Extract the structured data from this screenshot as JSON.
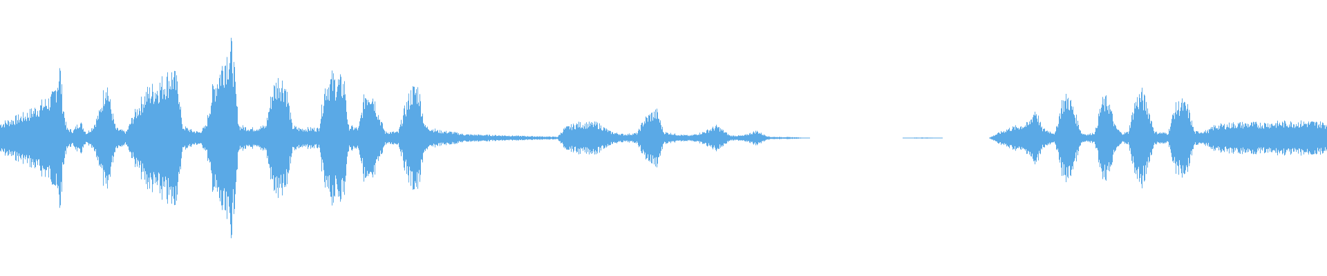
{
  "waveform": {
    "color": "#5aa9e6",
    "background": "#ffffff",
    "envelope": [
      [
        0.0,
        0.12
      ],
      [
        0.02,
        0.2
      ],
      [
        0.04,
        0.35
      ],
      [
        0.045,
        0.6
      ],
      [
        0.047,
        0.3
      ],
      [
        0.05,
        0.08
      ],
      [
        0.055,
        0.06
      ],
      [
        0.06,
        0.14
      ],
      [
        0.065,
        0.04
      ],
      [
        0.07,
        0.1
      ],
      [
        0.075,
        0.22
      ],
      [
        0.08,
        0.5
      ],
      [
        0.083,
        0.28
      ],
      [
        0.087,
        0.08
      ],
      [
        0.095,
        0.05
      ],
      [
        0.1,
        0.18
      ],
      [
        0.11,
        0.38
      ],
      [
        0.12,
        0.45
      ],
      [
        0.13,
        0.55
      ],
      [
        0.135,
        0.4
      ],
      [
        0.137,
        0.1
      ],
      [
        0.145,
        0.06
      ],
      [
        0.15,
        0.05
      ],
      [
        0.155,
        0.1
      ],
      [
        0.16,
        0.4
      ],
      [
        0.17,
        0.7
      ],
      [
        0.175,
        0.75
      ],
      [
        0.178,
        0.3
      ],
      [
        0.18,
        0.1
      ],
      [
        0.19,
        0.08
      ],
      [
        0.2,
        0.1
      ],
      [
        0.205,
        0.4
      ],
      [
        0.21,
        0.5
      ],
      [
        0.215,
        0.45
      ],
      [
        0.22,
        0.1
      ],
      [
        0.225,
        0.08
      ],
      [
        0.24,
        0.08
      ],
      [
        0.245,
        0.45
      ],
      [
        0.25,
        0.5
      ],
      [
        0.26,
        0.45
      ],
      [
        0.262,
        0.1
      ],
      [
        0.27,
        0.08
      ],
      [
        0.275,
        0.38
      ],
      [
        0.28,
        0.4
      ],
      [
        0.285,
        0.2
      ],
      [
        0.29,
        0.05
      ],
      [
        0.3,
        0.05
      ],
      [
        0.305,
        0.25
      ],
      [
        0.31,
        0.4
      ],
      [
        0.315,
        0.42
      ],
      [
        0.32,
        0.1
      ],
      [
        0.33,
        0.06
      ],
      [
        0.34,
        0.05
      ],
      [
        0.35,
        0.03
      ],
      [
        0.4,
        0.015
      ],
      [
        0.42,
        0.01
      ],
      [
        0.425,
        0.08
      ],
      [
        0.435,
        0.12
      ],
      [
        0.45,
        0.12
      ],
      [
        0.46,
        0.05
      ],
      [
        0.47,
        0.03
      ],
      [
        0.48,
        0.04
      ],
      [
        0.485,
        0.15
      ],
      [
        0.49,
        0.2
      ],
      [
        0.495,
        0.22
      ],
      [
        0.5,
        0.05
      ],
      [
        0.51,
        0.03
      ],
      [
        0.52,
        0.02
      ],
      [
        0.53,
        0.05
      ],
      [
        0.54,
        0.1
      ],
      [
        0.545,
        0.06
      ],
      [
        0.55,
        0.02
      ],
      [
        0.56,
        0.02
      ],
      [
        0.57,
        0.06
      ],
      [
        0.575,
        0.03
      ],
      [
        0.58,
        0.01
      ],
      [
        0.6,
        0.006
      ],
      [
        0.61,
        0.0
      ],
      [
        0.68,
        0.0
      ],
      [
        0.69,
        0.004
      ],
      [
        0.7,
        0.004
      ],
      [
        0.71,
        0.0
      ],
      [
        0.745,
        0.0
      ],
      [
        0.75,
        0.03
      ],
      [
        0.76,
        0.08
      ],
      [
        0.775,
        0.12
      ],
      [
        0.78,
        0.25
      ],
      [
        0.785,
        0.08
      ],
      [
        0.79,
        0.06
      ],
      [
        0.795,
        0.04
      ],
      [
        0.8,
        0.3
      ],
      [
        0.805,
        0.35
      ],
      [
        0.81,
        0.2
      ],
      [
        0.815,
        0.04
      ],
      [
        0.82,
        0.03
      ],
      [
        0.825,
        0.05
      ],
      [
        0.83,
        0.3
      ],
      [
        0.835,
        0.32
      ],
      [
        0.84,
        0.1
      ],
      [
        0.845,
        0.04
      ],
      [
        0.85,
        0.05
      ],
      [
        0.855,
        0.3
      ],
      [
        0.86,
        0.38
      ],
      [
        0.865,
        0.25
      ],
      [
        0.87,
        0.05
      ],
      [
        0.88,
        0.04
      ],
      [
        0.885,
        0.25
      ],
      [
        0.89,
        0.3
      ],
      [
        0.895,
        0.25
      ],
      [
        0.9,
        0.05
      ],
      [
        0.91,
        0.06
      ],
      [
        0.915,
        0.1
      ],
      [
        0.93,
        0.12
      ],
      [
        0.95,
        0.12
      ],
      [
        0.97,
        0.13
      ],
      [
        0.99,
        0.13
      ],
      [
        1.0,
        0.12
      ]
    ]
  }
}
